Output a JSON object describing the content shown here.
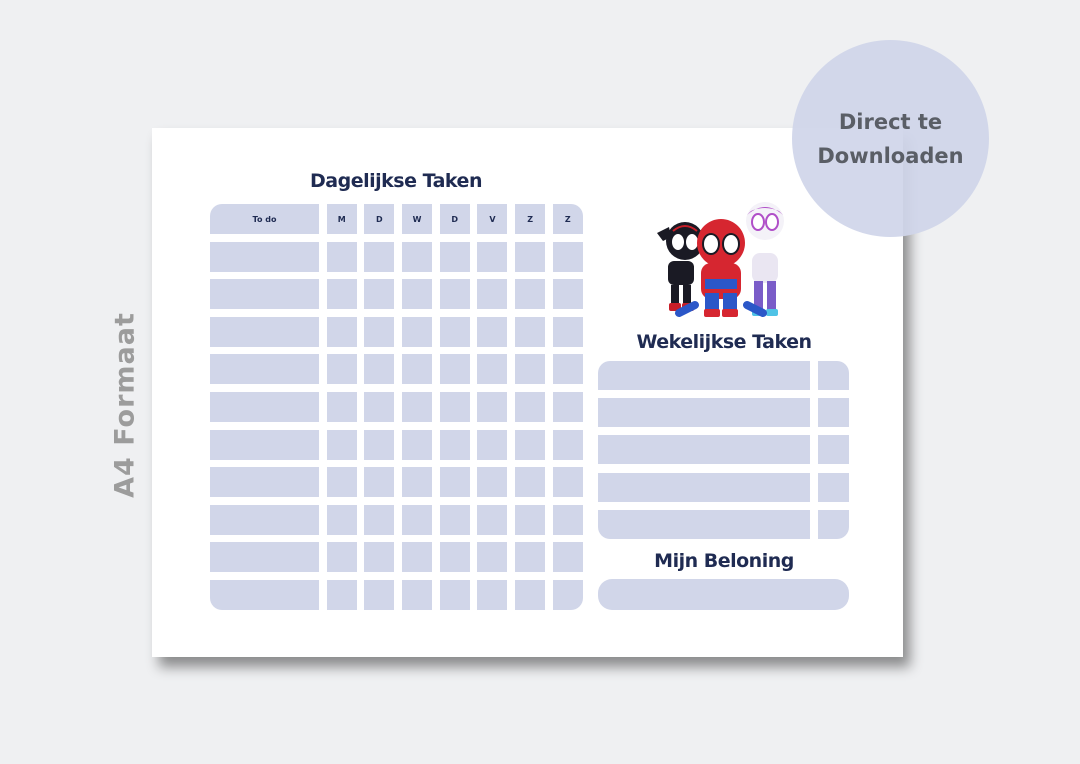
{
  "side_label": "A4 Formaat",
  "badge": {
    "line1": "Direct te",
    "line2": "Downloaden"
  },
  "daily": {
    "title": "Dagelijkse Taken",
    "header": [
      "To do",
      "M",
      "D",
      "W",
      "D",
      "V",
      "Z",
      "Z"
    ],
    "blank_rows": 10
  },
  "weekly": {
    "title": "Wekelijkse Taken",
    "rows": 5
  },
  "reward": {
    "title": "Mijn Beloning"
  },
  "colors": {
    "background": "#eff0f2",
    "sheet": "#ffffff",
    "cell_fill": "#d1d6e9",
    "title_text": "#1f2b52",
    "side_label_text": "#9c9c9c",
    "badge_fill": "#d0d5e9",
    "badge_text": "#5a5e66"
  },
  "illustration": {
    "name": "spidey-and-friends-illustration"
  }
}
